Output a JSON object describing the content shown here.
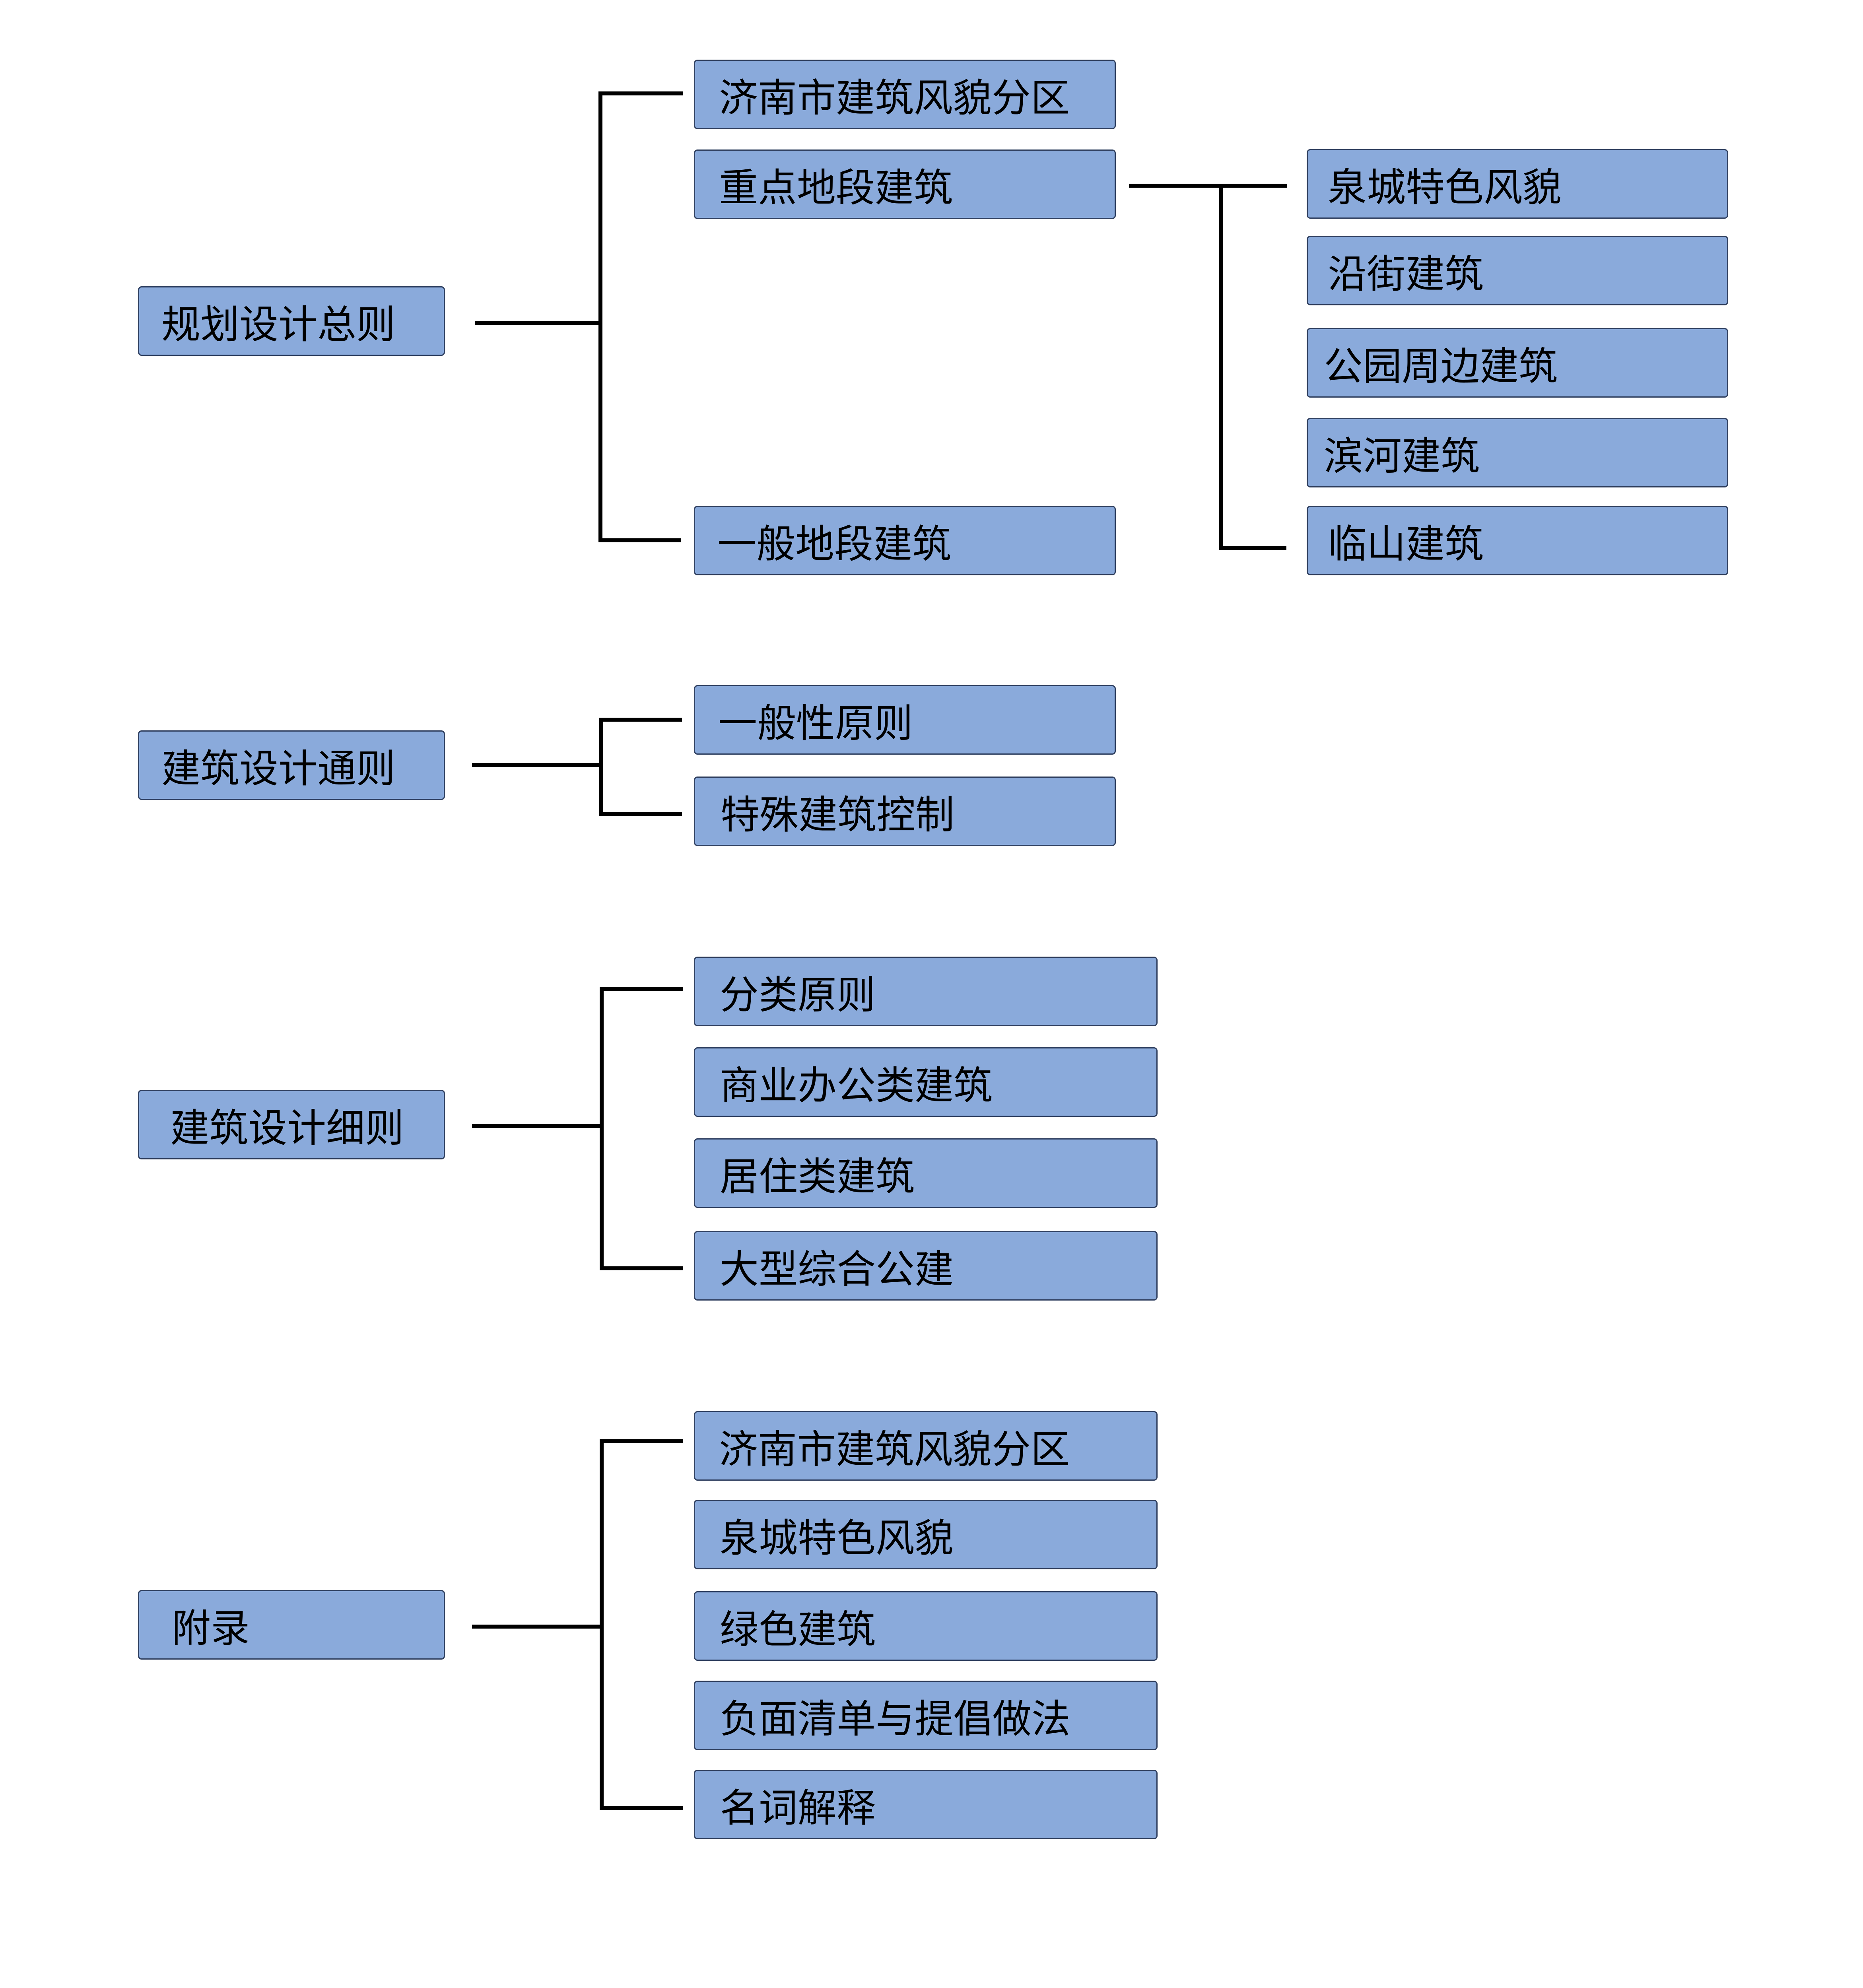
{
  "diagram": {
    "sections": [
      {
        "root": "规划设计总则",
        "children": [
          "济南市建筑风貌分区",
          "重点地段建筑",
          "一般地段建筑"
        ],
        "sub": {
          "parent": "重点地段建筑",
          "children": [
            "泉城特色风貌",
            "沿街建筑",
            "公园周边建筑",
            "滨河建筑",
            "临山建筑"
          ]
        }
      },
      {
        "root": "建筑设计通则",
        "children": [
          "一般性原则",
          "特殊建筑控制"
        ]
      },
      {
        "root": "建筑设计细则",
        "children": [
          "分类原则",
          "商业办公类建筑",
          "居住类建筑",
          "大型综合公建"
        ]
      },
      {
        "root": "附录",
        "children": [
          "济南市建筑风貌分区",
          "泉城特色风貌",
          "绿色建筑",
          "负面清单与提倡做法",
          "名词解释"
        ]
      }
    ]
  },
  "colors": {
    "box_fill": "#8aaadb",
    "box_border": "#2f3f5f",
    "line": "#000000",
    "text": "#000000"
  }
}
